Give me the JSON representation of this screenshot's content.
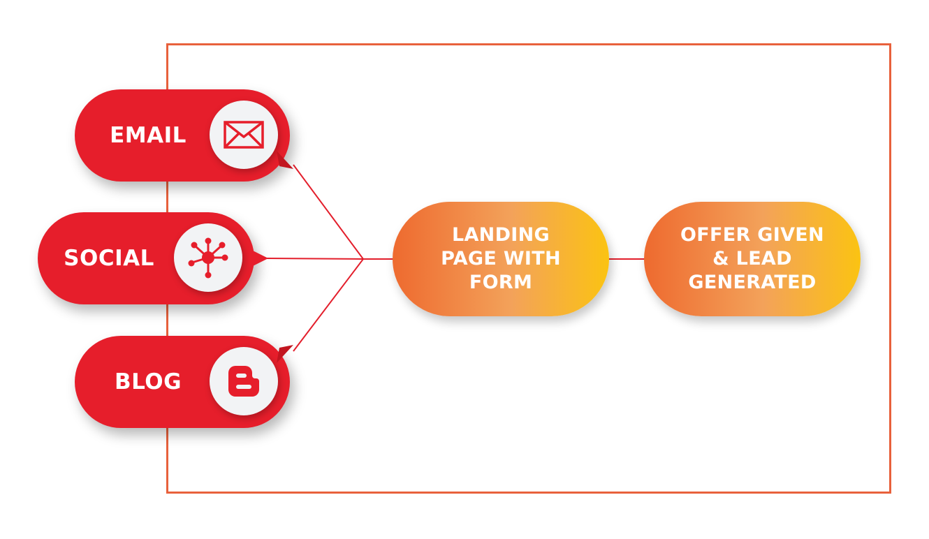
{
  "channels": [
    {
      "label": "EMAIL",
      "icon": "envelope-icon"
    },
    {
      "label": "SOCIAL",
      "icon": "network-icon"
    },
    {
      "label": "BLOG",
      "icon": "blogger-icon"
    }
  ],
  "stages": [
    {
      "label": "LANDING\nPAGE WITH\nFORM"
    },
    {
      "label": "OFFER GIVEN\n& LEAD\nGENERATED"
    }
  ],
  "colors": {
    "channel_red": "#e61e2b",
    "frame_orange": "#e8613c",
    "connector_red": "#e31e2b",
    "gradient_start": "#ee6a2f",
    "gradient_end": "#fbc312",
    "icon_circle": "#f2f3f5"
  }
}
